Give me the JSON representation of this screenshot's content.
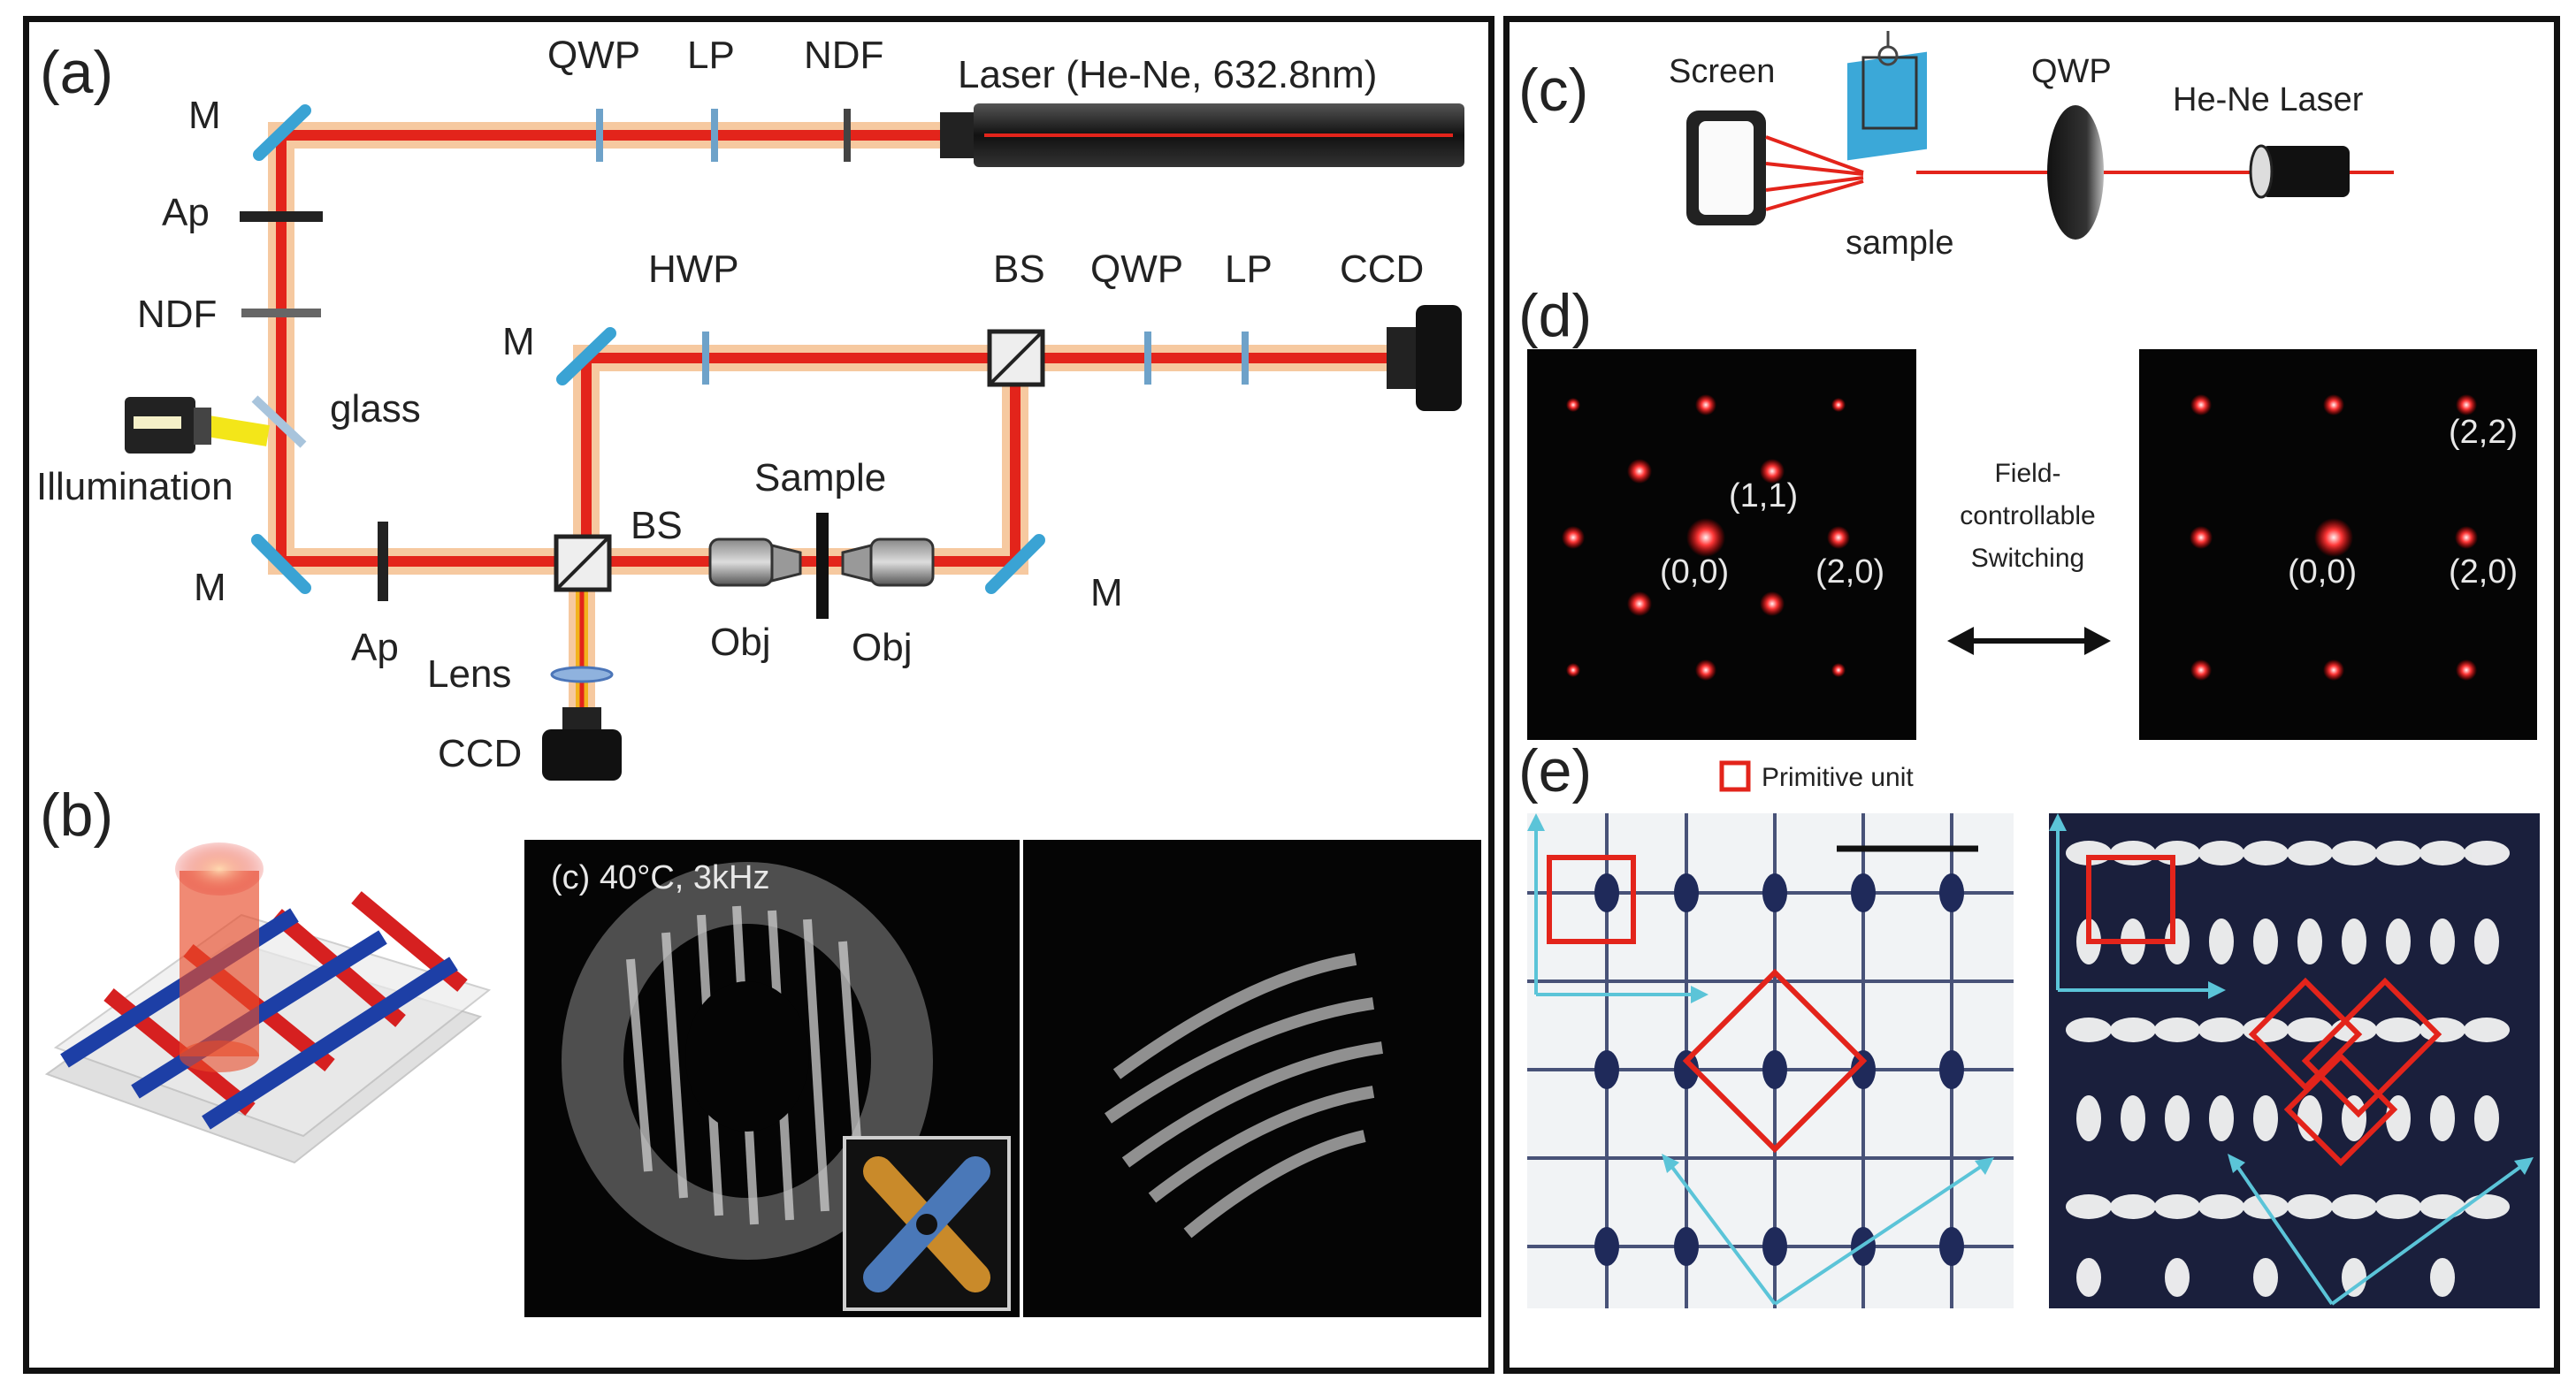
{
  "panel_a": {
    "tag": "(a)",
    "laser": "Laser (He-Ne, 632.8nm)",
    "qwp": "QWP",
    "lp": "LP",
    "ndf": "NDF",
    "m": "M",
    "ap": "Ap",
    "glass": "glass",
    "illumination": "Illumination",
    "hwp": "HWP",
    "bs": "BS",
    "ccd": "CCD",
    "sample": "Sample",
    "obj": "Obj",
    "lens": "Lens"
  },
  "panel_b": {
    "tag": "(b)"
  },
  "panel_bc": {
    "tag": "(c) 40°C, 3kHz"
  },
  "panel_c": {
    "tag": "(c)",
    "screen": "Screen",
    "sample": "sample",
    "qwp": "QWP",
    "laser": "He-Ne Laser"
  },
  "panel_d": {
    "tag": "(d)",
    "switch_1": "Field-",
    "switch_2": "controllable",
    "switch_3": "Switching",
    "o00": "(0,0)",
    "o11": "(1,1)",
    "o20": "(2,0)",
    "o22": "(2,2)"
  },
  "panel_e": {
    "tag": "(e)",
    "primitive": "Primitive unit"
  },
  "colors": {
    "beam": "#e3241b",
    "glow": "#f6c9a0",
    "mirror": "#3aa3d4",
    "cyan": "#5bc4d8",
    "red_box": "#e3241b"
  }
}
